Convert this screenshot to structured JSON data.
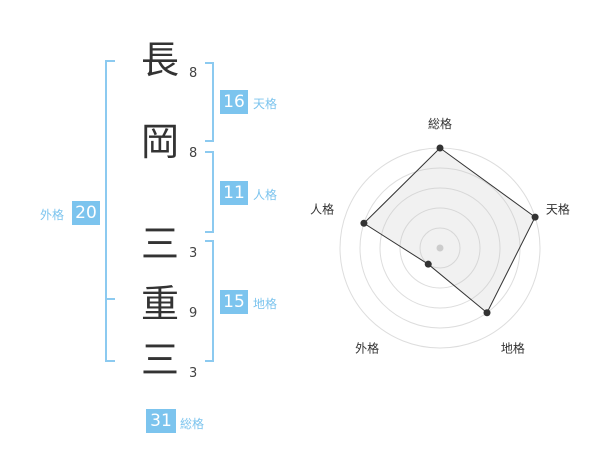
{
  "name": {
    "chars": [
      {
        "char": "長",
        "strokes": "8"
      },
      {
        "char": "岡",
        "strokes": "8"
      },
      {
        "char": "三",
        "strokes": "3"
      },
      {
        "char": "重",
        "strokes": "9"
      },
      {
        "char": "三",
        "strokes": "3"
      }
    ]
  },
  "kaku": {
    "tenkaku": {
      "label": "天格",
      "value": "16"
    },
    "jinkaku": {
      "label": "人格",
      "value": "11"
    },
    "chikaku": {
      "label": "地格",
      "value": "15"
    },
    "gaikaku": {
      "label": "外格",
      "value": "20"
    },
    "soukaku": {
      "label": "総格",
      "value": "31"
    }
  },
  "colors": {
    "accent": "#7cc4ee",
    "bracket": "#8ccaf0",
    "text": "#333333"
  },
  "chart_data": {
    "type": "radar",
    "axes": [
      "総格",
      "天格",
      "地格",
      "外格",
      "人格"
    ],
    "values": [
      5,
      5,
      4,
      1,
      4
    ],
    "range": [
      0,
      5
    ],
    "grid": true,
    "grid_rings": 5
  }
}
